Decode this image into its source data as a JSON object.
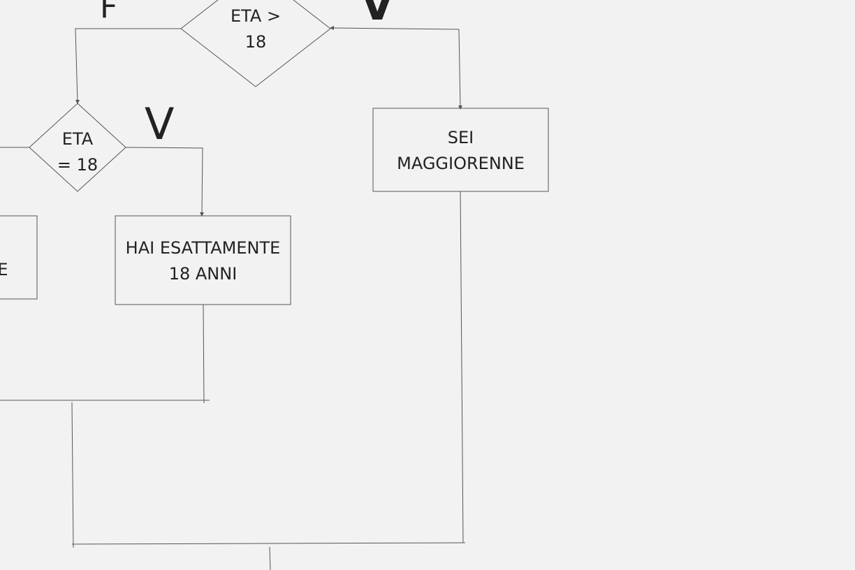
{
  "flowchart": {
    "decisions": [
      {
        "id": "d1",
        "text": "ETA >\n18"
      },
      {
        "id": "d2",
        "text": "ETA\n= 18"
      }
    ],
    "processes": [
      {
        "id": "p1",
        "text": "SEI\nMAGGIORENNE"
      },
      {
        "id": "p2",
        "text": "HAI ESATTAMENTE\n18 ANNI"
      },
      {
        "id": "p3",
        "text": "E"
      }
    ],
    "branch_labels": {
      "d1_false": "F",
      "d1_true": "V",
      "d2_true": "V"
    }
  },
  "colors": {
    "background": "#f2f2f2",
    "stroke": "#444444",
    "text": "#222222"
  }
}
